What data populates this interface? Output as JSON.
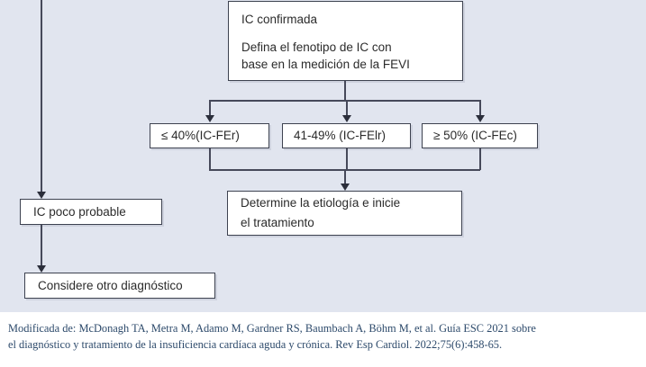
{
  "figure": {
    "panel_background": "#e1e5ef",
    "box_background": "#ffffff",
    "box_border_color": "#3d4250",
    "caption_color": "#2d4a6b"
  },
  "nodes": {
    "confirmada": {
      "line1": "IC confirmada",
      "line2": "Defina el fenotipo de IC con",
      "line3": "base en la medición de la FEVI"
    },
    "fer": {
      "label": "≤ 40%(IC-FEr)"
    },
    "felr": {
      "label": "41-49% (IC-FElr)"
    },
    "fec": {
      "label": "≥ 50% (IC-FEc)"
    },
    "etiologia": {
      "line1": "Determine la etiología e inicie",
      "line2": "el tratamiento"
    },
    "poco_probable": {
      "label": "IC poco probable"
    },
    "otro_diagnostico": {
      "label": "Considere otro diagnóstico"
    }
  },
  "caption": {
    "line1": "Modificada de: McDonagh TA, Metra M, Adamo M, Gardner RS, Baumbach A, Böhm M, et al. Guía ESC 2021 sobre",
    "line2": "el diagnóstico y tratamiento de la insuficiencia cardíaca aguda y crónica. Rev Esp Cardiol. 2022;75(6):458-65."
  }
}
